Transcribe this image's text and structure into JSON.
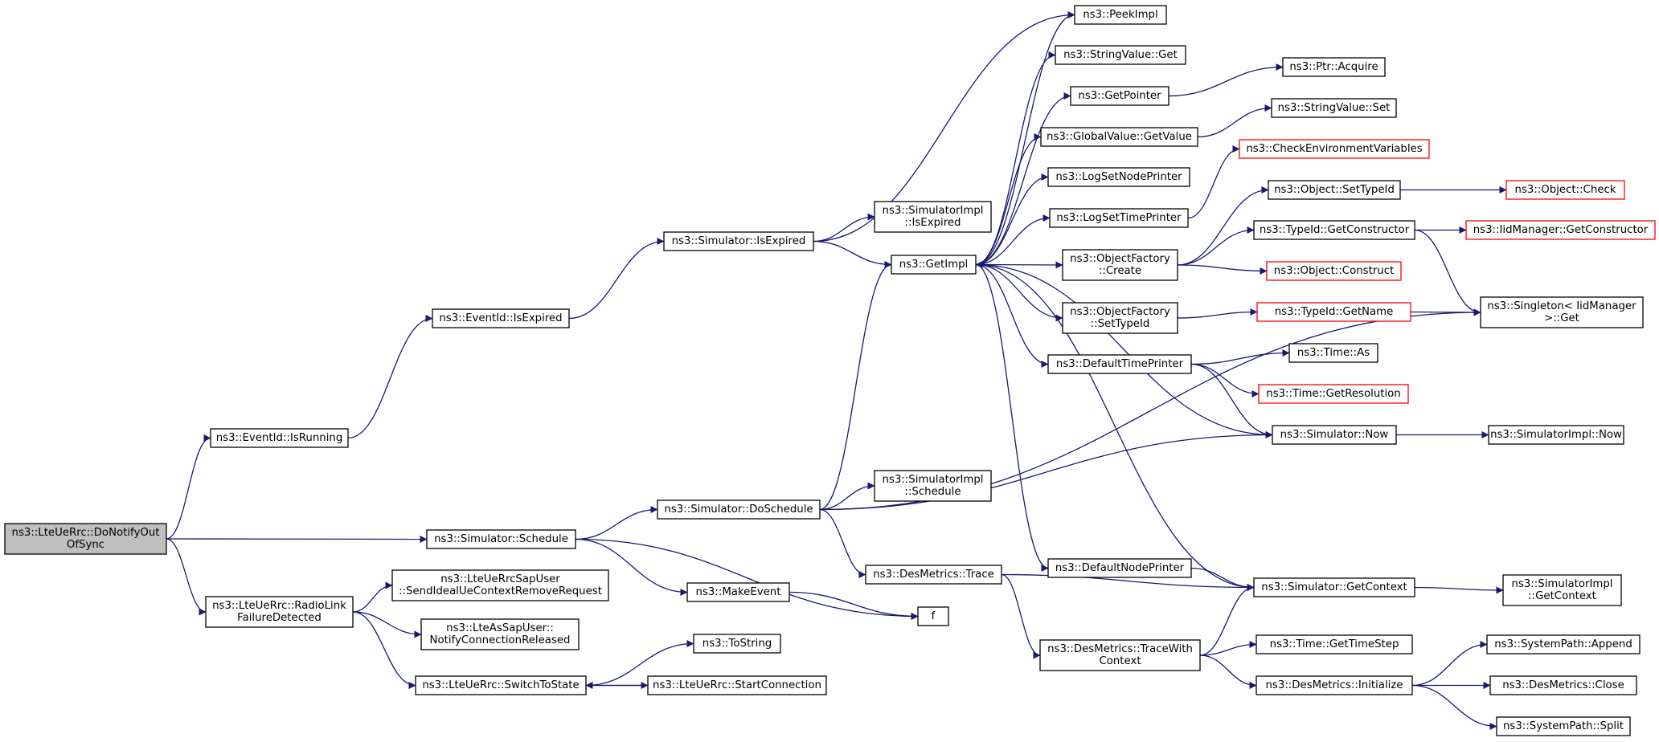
{
  "nodes": [
    {
      "id": "root",
      "lines": [
        "ns3::LteUeRrc::DoNotifyOut",
        "OfSync"
      ],
      "style": "root"
    },
    {
      "id": "eventIsRunning",
      "lines": [
        "ns3::EventId::IsRunning"
      ]
    },
    {
      "id": "simSchedule",
      "lines": [
        "ns3::Simulator::Schedule"
      ]
    },
    {
      "id": "radioLink",
      "lines": [
        "ns3::LteUeRrc::RadioLink",
        "FailureDetected"
      ]
    },
    {
      "id": "eventIsExpired",
      "lines": [
        "ns3::EventId::IsExpired"
      ]
    },
    {
      "id": "sendIdeal",
      "lines": [
        "ns3::LteUeRrcSapUser",
        "::SendIdealUeContextRemoveRequest"
      ]
    },
    {
      "id": "notifyConn",
      "lines": [
        "ns3::LteAsSapUser::",
        "NotifyConnectionReleased"
      ]
    },
    {
      "id": "switchState",
      "lines": [
        "ns3::LteUeRrc::SwitchToState"
      ]
    },
    {
      "id": "simIsExpired",
      "lines": [
        "ns3::Simulator::IsExpired"
      ]
    },
    {
      "id": "doSchedule",
      "lines": [
        "ns3::Simulator::DoSchedule"
      ]
    },
    {
      "id": "makeEvent",
      "lines": [
        "ns3::MakeEvent"
      ]
    },
    {
      "id": "toString",
      "lines": [
        "ns3::ToString"
      ]
    },
    {
      "id": "startConn",
      "lines": [
        "ns3::LteUeRrc::StartConnection"
      ]
    },
    {
      "id": "implIsExpired",
      "lines": [
        "ns3::SimulatorImpl",
        "::IsExpired"
      ]
    },
    {
      "id": "getImpl",
      "lines": [
        "ns3::GetImpl"
      ]
    },
    {
      "id": "implSchedule",
      "lines": [
        "ns3::SimulatorImpl",
        "::Schedule"
      ]
    },
    {
      "id": "desTrace",
      "lines": [
        "ns3::DesMetrics::Trace"
      ]
    },
    {
      "id": "f",
      "lines": [
        "f"
      ]
    },
    {
      "id": "peekImpl",
      "lines": [
        "ns3::PeekImpl"
      ]
    },
    {
      "id": "strValGet",
      "lines": [
        "ns3::StringValue::Get"
      ]
    },
    {
      "id": "getPointer",
      "lines": [
        "ns3::GetPointer"
      ]
    },
    {
      "id": "globalGetValue",
      "lines": [
        "ns3::GlobalValue::GetValue"
      ]
    },
    {
      "id": "logSetNode",
      "lines": [
        "ns3::LogSetNodePrinter"
      ]
    },
    {
      "id": "logSetTime",
      "lines": [
        "ns3::LogSetTimePrinter"
      ]
    },
    {
      "id": "objFacCreate",
      "lines": [
        "ns3::ObjectFactory",
        "::Create"
      ]
    },
    {
      "id": "objFacSetTypeId",
      "lines": [
        "ns3::ObjectFactory",
        "::SetTypeId"
      ]
    },
    {
      "id": "defTimePrinter",
      "lines": [
        "ns3::DefaultTimePrinter"
      ]
    },
    {
      "id": "defNodePrinter",
      "lines": [
        "ns3::DefaultNodePrinter"
      ]
    },
    {
      "id": "traceWithCtx",
      "lines": [
        "ns3::DesMetrics::TraceWith",
        "Context"
      ]
    },
    {
      "id": "ptrAcquire",
      "lines": [
        "ns3::Ptr::Acquire"
      ]
    },
    {
      "id": "strValSet",
      "lines": [
        "ns3::StringValue::Set"
      ]
    },
    {
      "id": "checkEnv",
      "lines": [
        "ns3::CheckEnvironmentVariables"
      ],
      "style": "red"
    },
    {
      "id": "objSetTypeId",
      "lines": [
        "ns3::Object::SetTypeId"
      ]
    },
    {
      "id": "typeIdGetCtor",
      "lines": [
        "ns3::TypeId::GetConstructor"
      ]
    },
    {
      "id": "objConstruct",
      "lines": [
        "ns3::Object::Construct"
      ],
      "style": "red"
    },
    {
      "id": "typeIdGetName",
      "lines": [
        "ns3::TypeId::GetName"
      ],
      "style": "red"
    },
    {
      "id": "timeAs",
      "lines": [
        "ns3::Time::As"
      ]
    },
    {
      "id": "timeGetRes",
      "lines": [
        "ns3::Time::GetResolution"
      ],
      "style": "red"
    },
    {
      "id": "simNow",
      "lines": [
        "ns3::Simulator::Now"
      ]
    },
    {
      "id": "simGetCtx",
      "lines": [
        "ns3::Simulator::GetContext"
      ]
    },
    {
      "id": "timeGetStep",
      "lines": [
        "ns3::Time::GetTimeStep"
      ]
    },
    {
      "id": "desInit",
      "lines": [
        "ns3::DesMetrics::Initialize"
      ]
    },
    {
      "id": "objCheck",
      "lines": [
        "ns3::Object::Check"
      ],
      "style": "red"
    },
    {
      "id": "iidGetCtor",
      "lines": [
        "ns3::IidManager::GetConstructor"
      ],
      "style": "red"
    },
    {
      "id": "singletonGet",
      "lines": [
        "ns3::Singleton< IidManager",
        " >::Get"
      ]
    },
    {
      "id": "implNow",
      "lines": [
        "ns3::SimulatorImpl::Now"
      ]
    },
    {
      "id": "implGetCtx",
      "lines": [
        "ns3::SimulatorImpl",
        "::GetContext"
      ]
    },
    {
      "id": "sysPathAppend",
      "lines": [
        "ns3::SystemPath::Append"
      ]
    },
    {
      "id": "desClose",
      "lines": [
        "ns3::DesMetrics::Close"
      ]
    },
    {
      "id": "sysPathSplit",
      "lines": [
        "ns3::SystemPath::Split"
      ]
    }
  ],
  "edges": [
    [
      "root",
      "eventIsRunning"
    ],
    [
      "root",
      "simSchedule"
    ],
    [
      "root",
      "radioLink"
    ],
    [
      "eventIsRunning",
      "eventIsExpired"
    ],
    [
      "eventIsExpired",
      "simIsExpired"
    ],
    [
      "simIsExpired",
      "peekImpl"
    ],
    [
      "simIsExpired",
      "implIsExpired"
    ],
    [
      "simIsExpired",
      "getImpl"
    ],
    [
      "simSchedule",
      "doSchedule"
    ],
    [
      "simSchedule",
      "makeEvent"
    ],
    [
      "simSchedule",
      "f"
    ],
    [
      "radioLink",
      "sendIdeal"
    ],
    [
      "radioLink",
      "notifyConn"
    ],
    [
      "radioLink",
      "switchState"
    ],
    [
      "switchState",
      "toString"
    ],
    [
      "switchState",
      "startConn"
    ],
    [
      "startConn",
      "switchState"
    ],
    [
      "doSchedule",
      "getImpl"
    ],
    [
      "doSchedule",
      "implSchedule"
    ],
    [
      "doSchedule",
      "desTrace"
    ],
    [
      "doSchedule",
      "simNow"
    ],
    [
      "doSchedule",
      "singletonGet"
    ],
    [
      "makeEvent",
      "f"
    ],
    [
      "getImpl",
      "peekImpl"
    ],
    [
      "getImpl",
      "strValGet"
    ],
    [
      "getImpl",
      "getPointer"
    ],
    [
      "getImpl",
      "globalGetValue"
    ],
    [
      "getImpl",
      "logSetNode"
    ],
    [
      "getImpl",
      "logSetTime"
    ],
    [
      "getImpl",
      "objFacCreate"
    ],
    [
      "getImpl",
      "objFacSetTypeId"
    ],
    [
      "getImpl",
      "defTimePrinter"
    ],
    [
      "getImpl",
      "defNodePrinter"
    ],
    [
      "getPointer",
      "ptrAcquire"
    ],
    [
      "globalGetValue",
      "strValSet"
    ],
    [
      "logSetTime",
      "checkEnv"
    ],
    [
      "objFacCreate",
      "objSetTypeId"
    ],
    [
      "objFacCreate",
      "typeIdGetCtor"
    ],
    [
      "objFacCreate",
      "objConstruct"
    ],
    [
      "objSetTypeId",
      "objCheck"
    ],
    [
      "typeIdGetCtor",
      "iidGetCtor"
    ],
    [
      "typeIdGetCtor",
      "singletonGet"
    ],
    [
      "objFacSetTypeId",
      "typeIdGetName"
    ],
    [
      "typeIdGetName",
      "singletonGet"
    ],
    [
      "defTimePrinter",
      "timeAs"
    ],
    [
      "defTimePrinter",
      "timeGetRes"
    ],
    [
      "defTimePrinter",
      "simNow"
    ],
    [
      "simNow",
      "getImpl"
    ],
    [
      "simNow",
      "implNow"
    ],
    [
      "defNodePrinter",
      "simGetCtx"
    ],
    [
      "simGetCtx",
      "getImpl"
    ],
    [
      "simGetCtx",
      "implGetCtx"
    ],
    [
      "desTrace",
      "simGetCtx"
    ],
    [
      "desTrace",
      "traceWithCtx"
    ],
    [
      "traceWithCtx",
      "simGetCtx"
    ],
    [
      "traceWithCtx",
      "timeGetStep"
    ],
    [
      "traceWithCtx",
      "desInit"
    ],
    [
      "desInit",
      "sysPathAppend"
    ],
    [
      "desInit",
      "desClose"
    ],
    [
      "desInit",
      "sysPathSplit"
    ]
  ]
}
